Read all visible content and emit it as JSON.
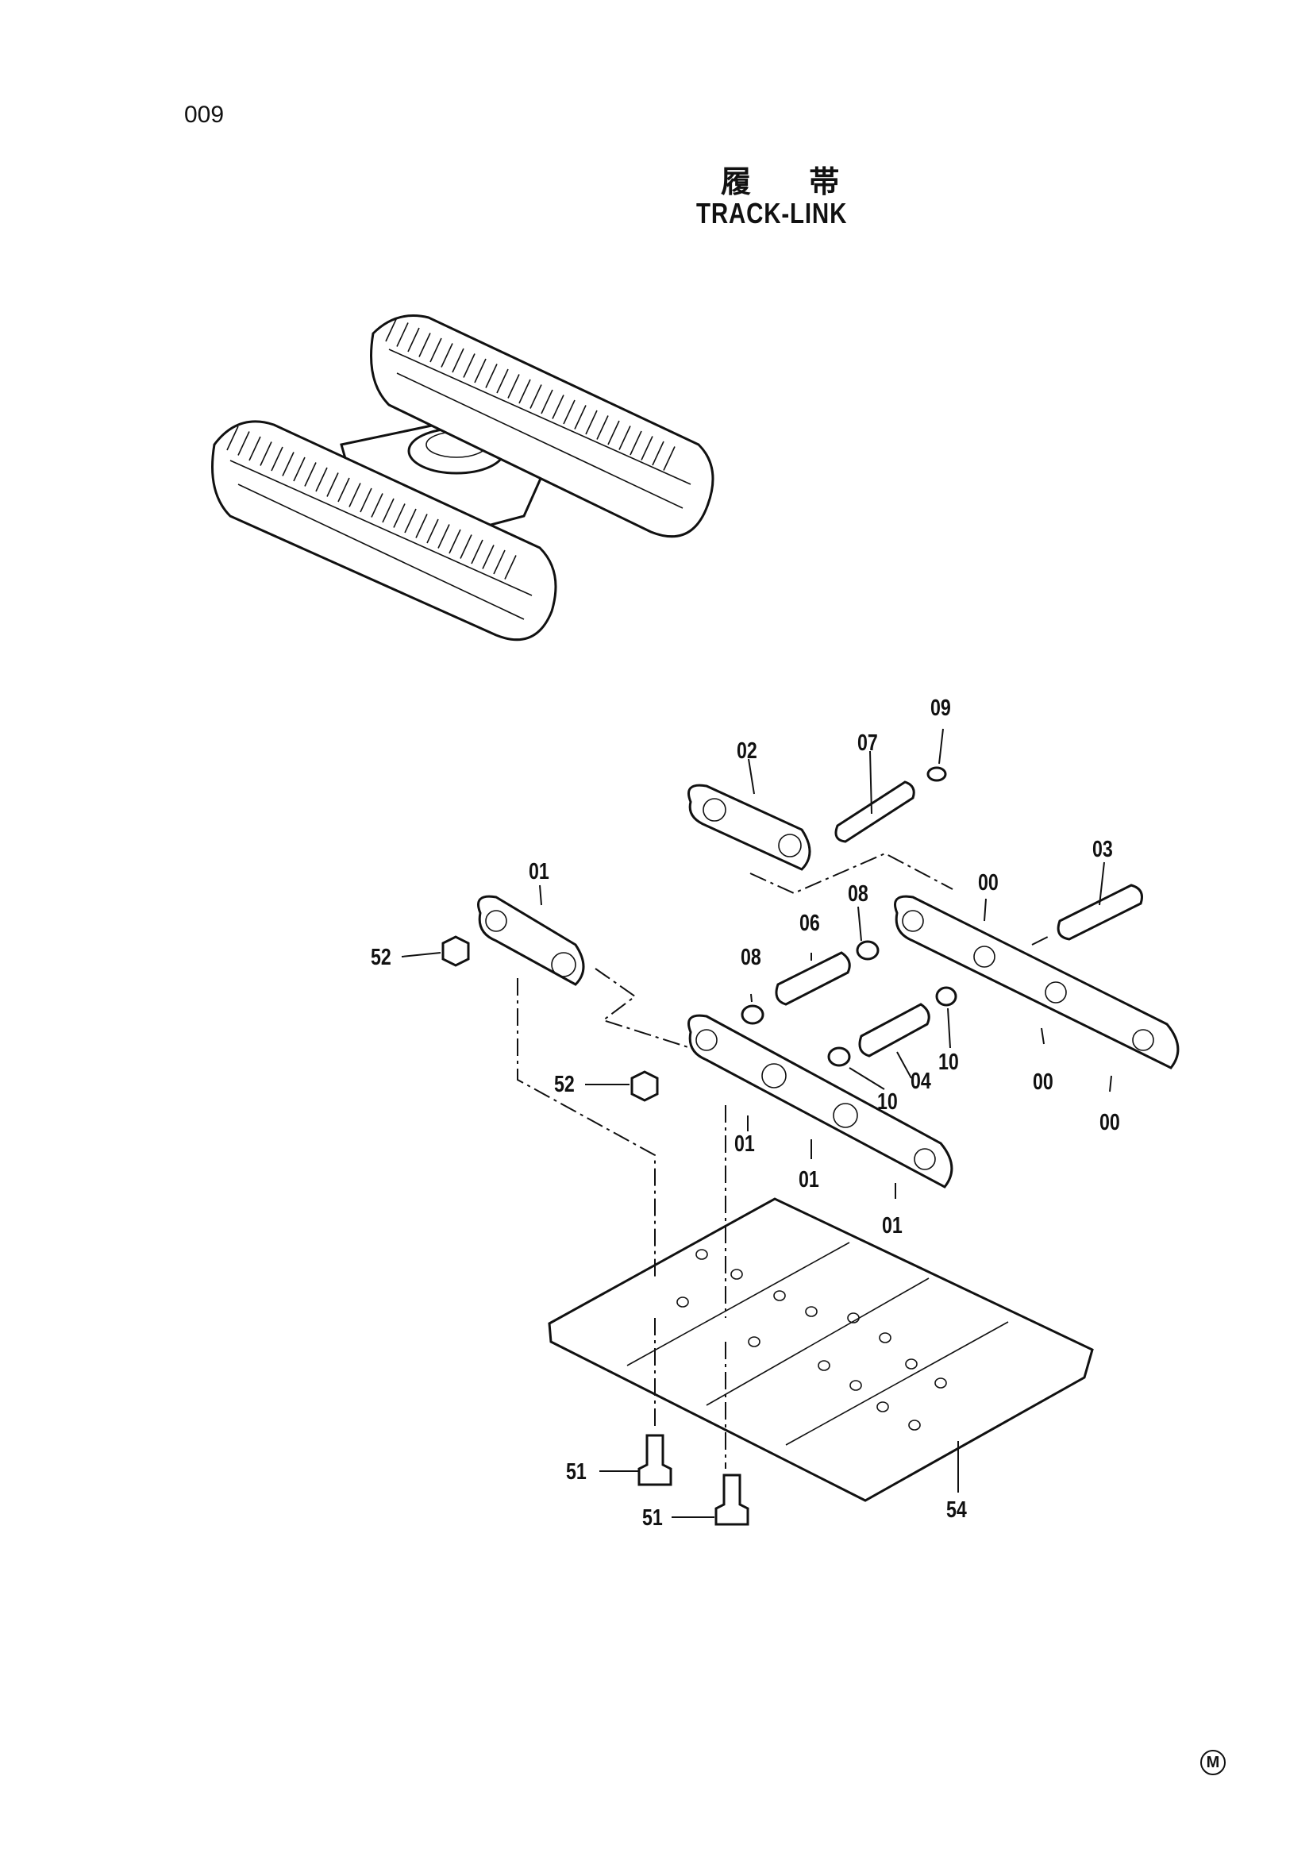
{
  "page": {
    "number": "009",
    "title_jp": "履 帯",
    "title_en": "TRACK-LINK",
    "mark": "M"
  },
  "callouts": [
    {
      "id": "c09",
      "label": "09"
    },
    {
      "id": "c02",
      "label": "02"
    },
    {
      "id": "c07",
      "label": "07"
    },
    {
      "id": "c03",
      "label": "03"
    },
    {
      "id": "c01a",
      "label": "01"
    },
    {
      "id": "c00a",
      "label": "00"
    },
    {
      "id": "c08a",
      "label": "08"
    },
    {
      "id": "c06",
      "label": "06"
    },
    {
      "id": "c08b",
      "label": "08"
    },
    {
      "id": "c52a",
      "label": "52"
    },
    {
      "id": "c10a",
      "label": "10"
    },
    {
      "id": "c00b",
      "label": "00"
    },
    {
      "id": "c04",
      "label": "04"
    },
    {
      "id": "c52b",
      "label": "52"
    },
    {
      "id": "c10b",
      "label": "10"
    },
    {
      "id": "c00c",
      "label": "00"
    },
    {
      "id": "c01b",
      "label": "01"
    },
    {
      "id": "c01c",
      "label": "01"
    },
    {
      "id": "c01d",
      "label": "01"
    },
    {
      "id": "c51a",
      "label": "51"
    },
    {
      "id": "c54",
      "label": "54"
    },
    {
      "id": "c51b",
      "label": "51"
    }
  ]
}
